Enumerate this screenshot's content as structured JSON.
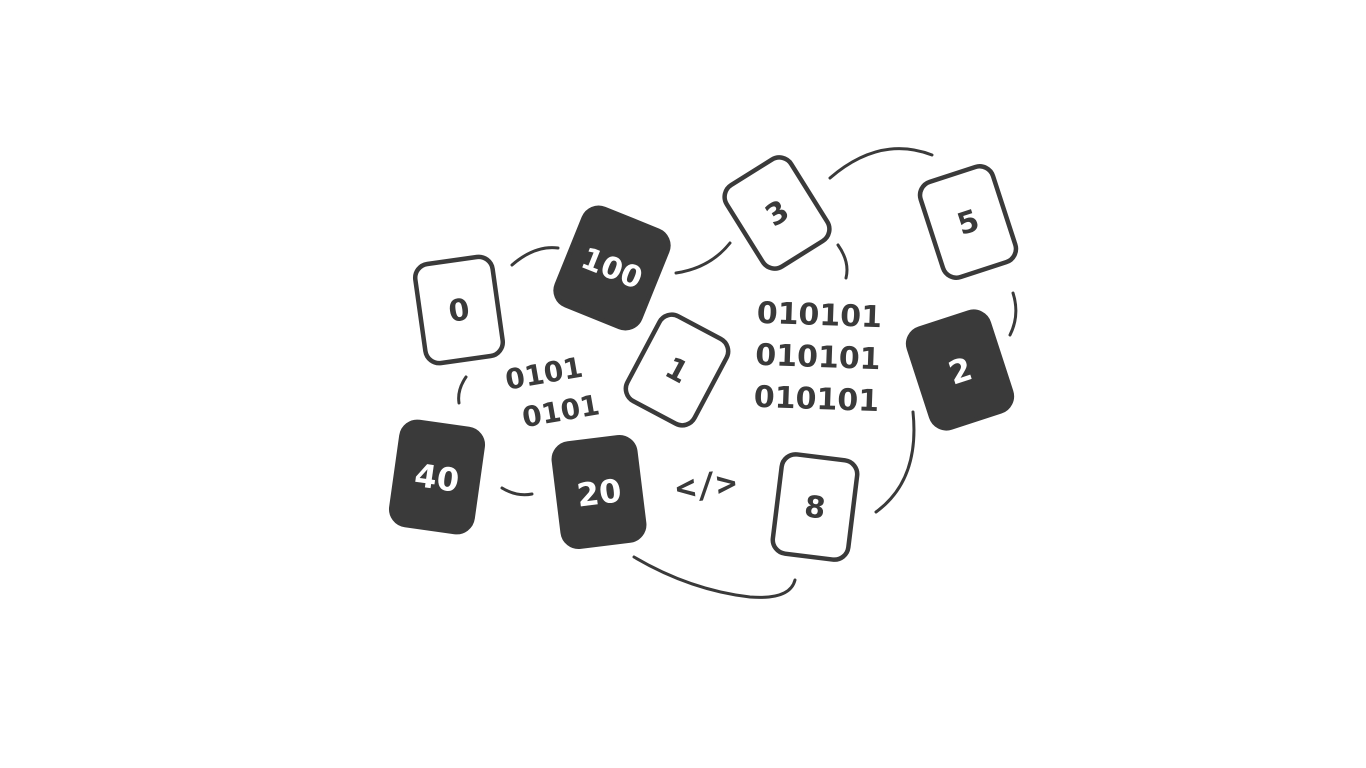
{
  "colors": {
    "ink": "#3a3a3a",
    "background": "#ffffff"
  },
  "cards": [
    {
      "label": "0",
      "style": "outline"
    },
    {
      "label": "100",
      "style": "filled"
    },
    {
      "label": "3",
      "style": "outline"
    },
    {
      "label": "5",
      "style": "outline"
    },
    {
      "label": "1",
      "style": "outline"
    },
    {
      "label": "2",
      "style": "filled"
    },
    {
      "label": "40",
      "style": "filled"
    },
    {
      "label": "20",
      "style": "filled"
    },
    {
      "label": "8",
      "style": "outline"
    }
  ],
  "binary_small": [
    "0101",
    "0101"
  ],
  "binary_large": [
    "010101",
    "010101",
    "010101"
  ],
  "code_symbol": "</>"
}
